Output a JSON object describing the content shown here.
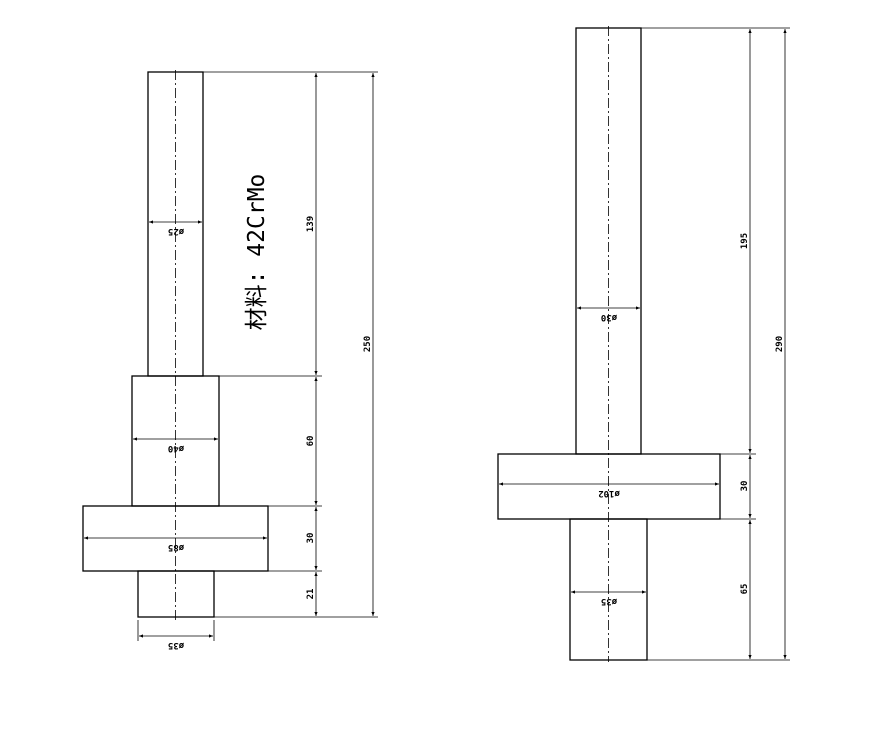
{
  "material_label": "材料: 42CrMo",
  "left_shaft": {
    "diameters": [
      "ø25",
      "ø40",
      "ø85",
      "ø35"
    ],
    "lengths": [
      "139",
      "60",
      "30",
      "21"
    ],
    "total_length": "250"
  },
  "right_shaft": {
    "diameters": [
      "ø30",
      "ø102",
      "ø35"
    ],
    "lengths": [
      "195",
      "30",
      "65"
    ],
    "total_length": "290"
  }
}
